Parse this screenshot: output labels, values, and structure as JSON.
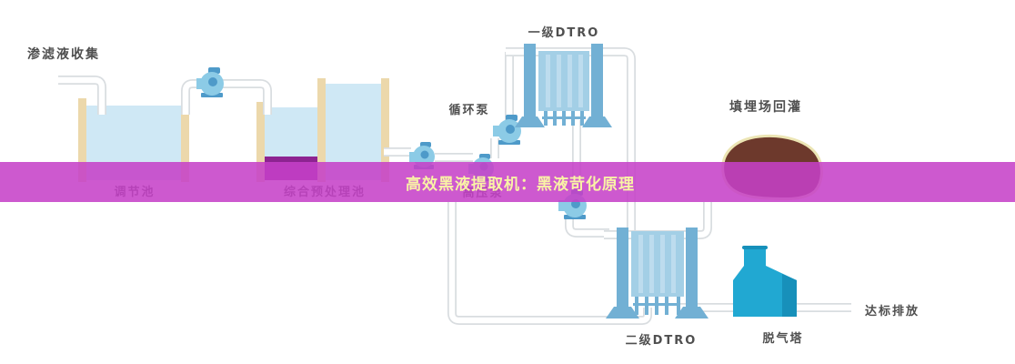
{
  "banner": {
    "title": "高效黑液提取机：黑液苛化原理"
  },
  "labels": {
    "collection": "渗滤液收集",
    "tank1": "调节池",
    "tank2": "综合预处理池",
    "circulation_pump": "循环泵",
    "high_pressure_pump": "高压泵",
    "dtro1": "一级DTRO",
    "landfill": "填埋场回灌",
    "dtro2": "二级DTRO",
    "degasser": "脱气塔",
    "discharge": "达标排放"
  },
  "colors": {
    "banner": "#c640c8",
    "banner-text": "#f9f3a6",
    "label-text": "#4f4f4f",
    "pipe-outline": "#d9dde0",
    "pipe-fill": "#ffffff",
    "tank-wall": "#ecd8ab",
    "water": "#cfe8f5",
    "sludge": "#8d2391",
    "module-body": "#a3cfe6",
    "module-stripe": "#bddcee",
    "module-frame": "#72b0d4",
    "pump-body": "#8ccbe6",
    "pump-dark": "#4e9ac9",
    "degasser": "#21a8d2",
    "degasser-dark": "#1790ba",
    "blob": "#6d392c",
    "blob-outline": "#ece5b4"
  }
}
